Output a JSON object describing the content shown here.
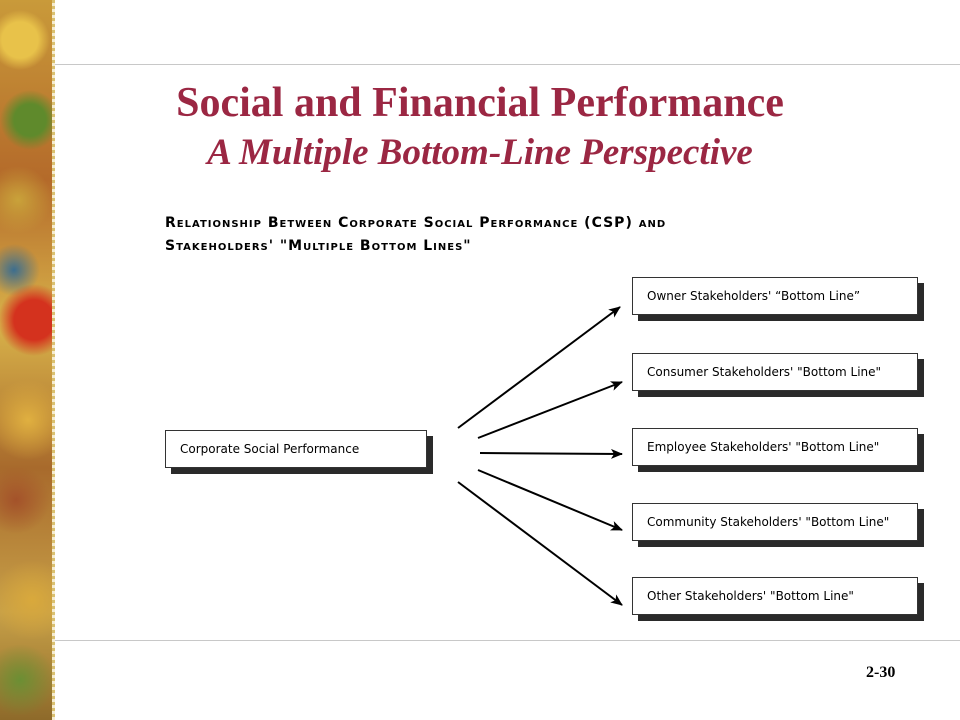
{
  "slide": {
    "title": "Social and Financial Performance",
    "subtitle": "A Multiple Bottom-Line Perspective",
    "page_number": "2-30",
    "title_color": "#9b2743"
  },
  "diagram": {
    "heading_line_1": "Relationship Between Corporate Social Performance (CSP) and",
    "heading_line_2": "Stakeholders' \"Multiple Bottom Lines\"",
    "source": "Corporate Social Performance",
    "targets": [
      "Owner Stakeholders' “Bottom Line”",
      "Consumer Stakeholders' \"Bottom Line\"",
      "Employee Stakeholders' \"Bottom Line\"",
      "Community Stakeholders' \"Bottom Line\"",
      "Other Stakeholders' \"Bottom Line\""
    ]
  }
}
